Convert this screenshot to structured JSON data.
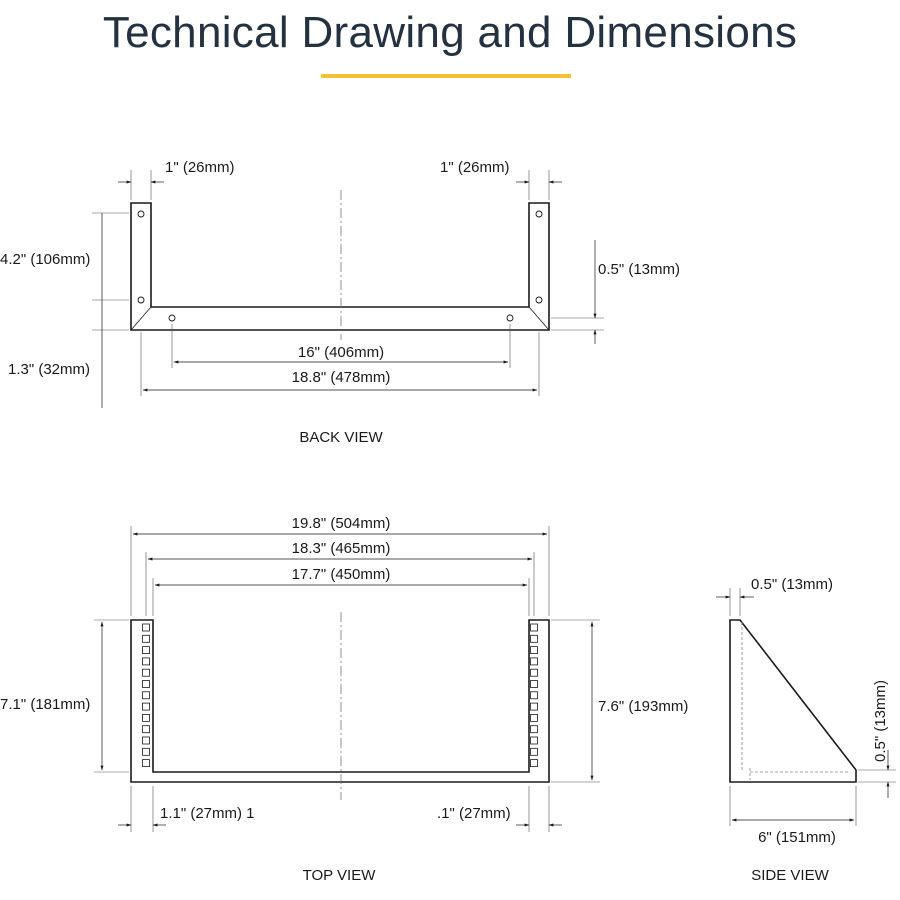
{
  "title": "Technical Drawing and Dimensions",
  "colors": {
    "title": "#233140",
    "accent_rule": "#f2c230",
    "lines": "#1a1a1a"
  },
  "back_view": {
    "label": "BACK VIEW",
    "dims": {
      "left_flange": "1\" (26mm)",
      "right_flange": "1\" (26mm)",
      "height": "4.2\" (106mm)",
      "hole_offset": "0.5\" (13mm)",
      "bottom_offset": "1.3\" (32mm)",
      "hole_spacing": "16\" (406mm)",
      "overall_width": "18.8\" (478mm)"
    }
  },
  "top_view": {
    "label": "TOP VIEW",
    "dims": {
      "overall_width": "19.8\" (504mm)",
      "outer_rail_span": "18.3\" (465mm)",
      "inner_span": "17.7\" (450mm)",
      "left_depth": "7.1\" (181mm)",
      "right_depth": "7.6\" (193mm)",
      "left_rail": "1.1\" (27mm) 1",
      "right_rail": ".1\" (27mm)"
    }
  },
  "side_view": {
    "label": "SIDE VIEW",
    "dims": {
      "thickness": "0.5\" (13mm)",
      "base_thickness": "0.5\" (13mm)",
      "depth": "6\" (151mm)"
    }
  }
}
